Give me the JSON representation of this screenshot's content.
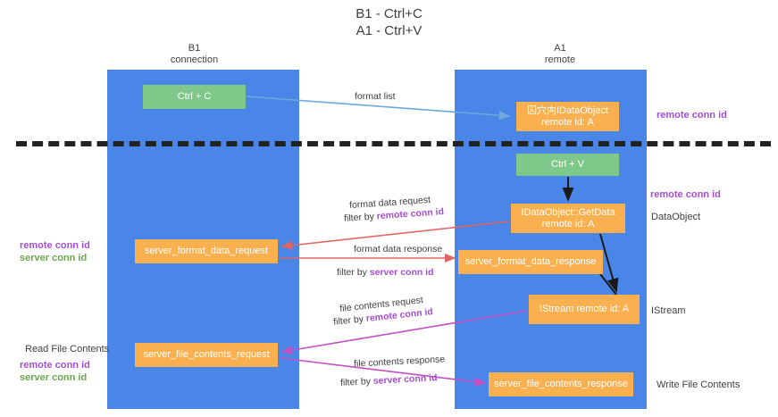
{
  "title": "B1 - Ctrl+C\nA1 - Ctrl+V",
  "columns": {
    "left": "B1\nconnection",
    "right": "A1\nremote"
  },
  "boxes": {
    "ctrl_c": "Ctrl + C",
    "data_object": "囚⽳⽱IDataObject\nremote id: A",
    "ctrl_v": "Ctrl + V",
    "get_data": "IDataObject::GetData\nremote id: A",
    "format_data_request": "server_format_data_request",
    "format_data_response": "server_format_data_response",
    "istream": "IStream\nremote id: A",
    "file_contents_request": "server_file_contents_request",
    "file_contents_response": "server_file_contents_response"
  },
  "flow_labels": {
    "format_list": "format list",
    "format_data_request": "format data request",
    "format_data_request_filter_prefix": "filter by ",
    "format_data_request_filter_key": "remote conn id",
    "format_data_response": "format data response",
    "format_data_response_filter_prefix": "filter by ",
    "format_data_response_filter_key": "server conn id",
    "file_contents_request": "file contents request",
    "file_contents_request_filter_prefix": "filter by ",
    "file_contents_request_filter_key": "remote conn id",
    "file_contents_response": "file contents response",
    "file_contents_response_filter_prefix": "filter by ",
    "file_contents_response_filter_key": "server conn id"
  },
  "annotations": {
    "remote_conn_id_top": "remote conn id",
    "remote_conn_id_mid": "remote conn id",
    "data_object_label": "DataObject",
    "istream_label": "IStream",
    "write_file_contents": "Write File Contents",
    "read_file_contents": "Read File Contents",
    "left_remote_conn_id": "remote conn id",
    "left_server_conn_id": "server conn id",
    "left_remote_conn_id2": "remote conn id",
    "left_server_conn_id2": "server conn id"
  },
  "colors": {
    "lane": "#4a86e8",
    "green_box": "#7ec98a",
    "orange_box": "#fbb050",
    "purple_text": "#a64dd6",
    "green_text": "#6aa84f",
    "blue_arrow": "#6fa8dc",
    "red_arrow": "#e06666",
    "magenta_arrow": "#c250c2",
    "divider": "#222222"
  }
}
